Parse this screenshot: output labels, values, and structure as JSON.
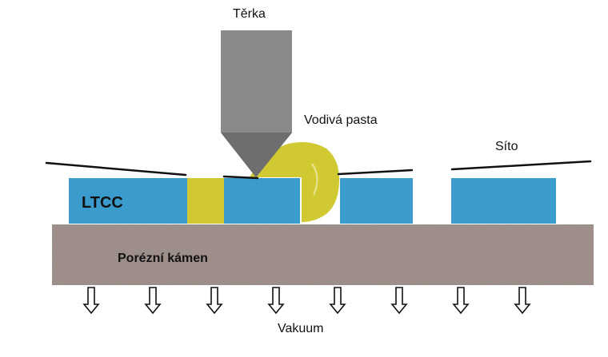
{
  "labels": {
    "squeegee": "Těrka",
    "paste": "Vodivá pasta",
    "screen": "Síto",
    "substrate": "LTCC",
    "stone": "Porézní kámen",
    "vacuum": "Vakuum"
  },
  "colors": {
    "ltcc": "#3A9BCC",
    "paste": "#D1C932",
    "squeegee": "#8A8A8A",
    "stone_base": "#9C8C86",
    "arrow_fill": "#ffffff",
    "line": "#111111"
  },
  "vacuum_arrows": 8
}
